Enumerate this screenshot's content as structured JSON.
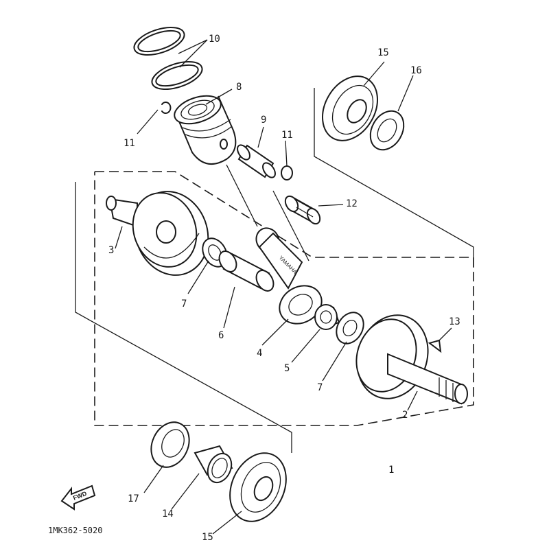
{
  "callouts": {
    "c10": "10",
    "c8": "8",
    "c11a": "11",
    "c9": "9",
    "c11b": "11",
    "c15a": "15",
    "c16": "16",
    "c12": "12",
    "c3": "3",
    "c7a": "7",
    "c6": "6",
    "c4": "4",
    "c5": "5",
    "c7b": "7",
    "c13": "13",
    "c2": "2",
    "c1": "1",
    "c17": "17",
    "c14": "14",
    "c15b": "15"
  },
  "figure_code": "1MK362-5020",
  "direction_label": "FWD",
  "rod_marking": "YAMAHA"
}
